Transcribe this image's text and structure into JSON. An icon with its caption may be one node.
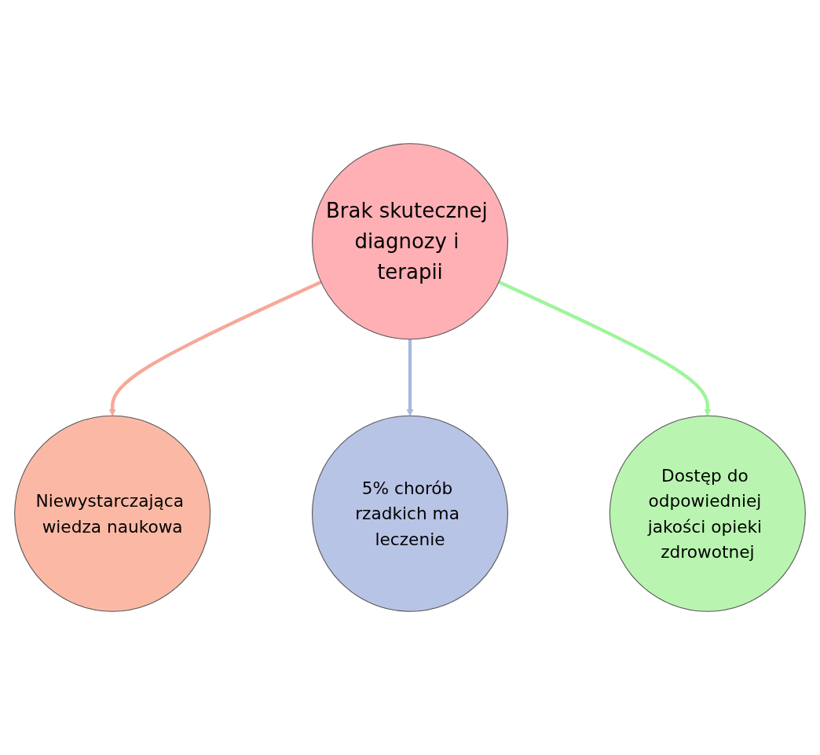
{
  "diagram": {
    "nodes": [
      {
        "text": [
          "Niewystarczająca wiedza naukowa"
        ]
      },
      {
        "text": [
          "Brak skutecznej diagnozy i terapii"
        ]
      },
      {
        "text": [
          "5% chorób rzadkich ma leczenie"
        ]
      },
      {
        "text": [
          "Dostęp do odpowiedniej jakości opieki zdrowotnej"
        ]
      }
    ],
    "edges": [
      {
        "from": 1,
        "to": 0,
        "arrow": "to",
        "color": "#f7a898"
      },
      {
        "from": 1,
        "to": 2,
        "arrow": "to",
        "color": "#aab8dd"
      },
      {
        "from": 1,
        "to": 3,
        "arrow": "to",
        "color": "#9ef59a"
      }
    ]
  }
}
